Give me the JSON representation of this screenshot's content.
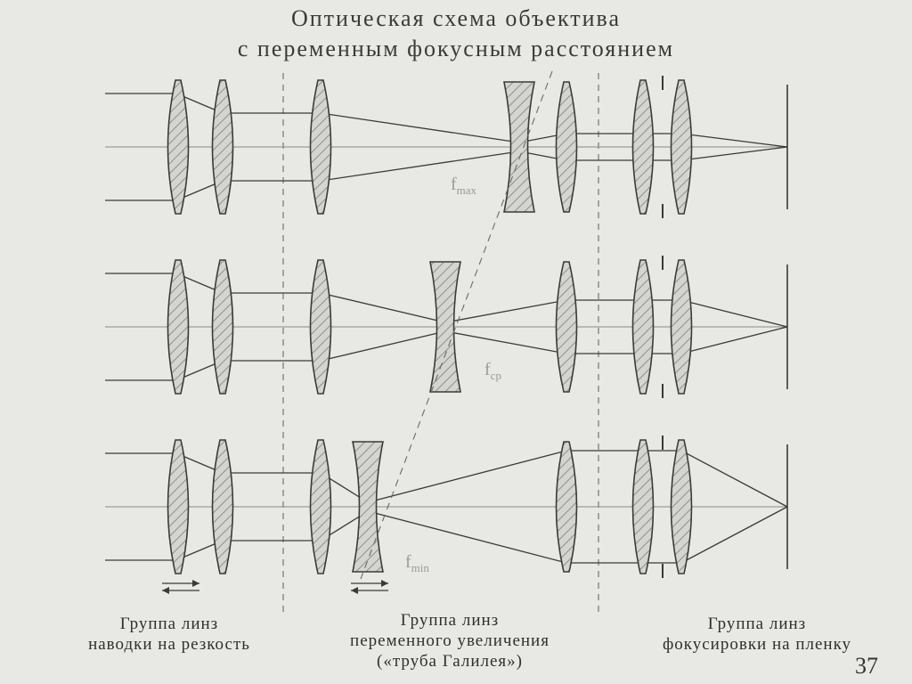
{
  "title": {
    "line1": "Оптическая схема объектива",
    "line2": "с переменным фокусным расстоянием"
  },
  "focal_labels": {
    "max": {
      "main": "f",
      "sub": "max"
    },
    "mid": {
      "main": "f",
      "sub": "ср"
    },
    "min": {
      "main": "f",
      "sub": "min"
    }
  },
  "group_labels": {
    "focusing": {
      "line1": "Группа линз",
      "line2": "наводки на резкость"
    },
    "zoom": {
      "line1": "Группа линз",
      "line2": "переменного увеличения",
      "line3": "(«труба Галилея»)"
    },
    "film": {
      "line1": "Группа линз",
      "line2": "фокусировки на пленку"
    }
  },
  "page_number": "37",
  "colors": {
    "background": "#e8e9e4",
    "line": "#3a3a3a",
    "lens_fill": "#c9cac5",
    "dash": "#6a6a6a"
  }
}
